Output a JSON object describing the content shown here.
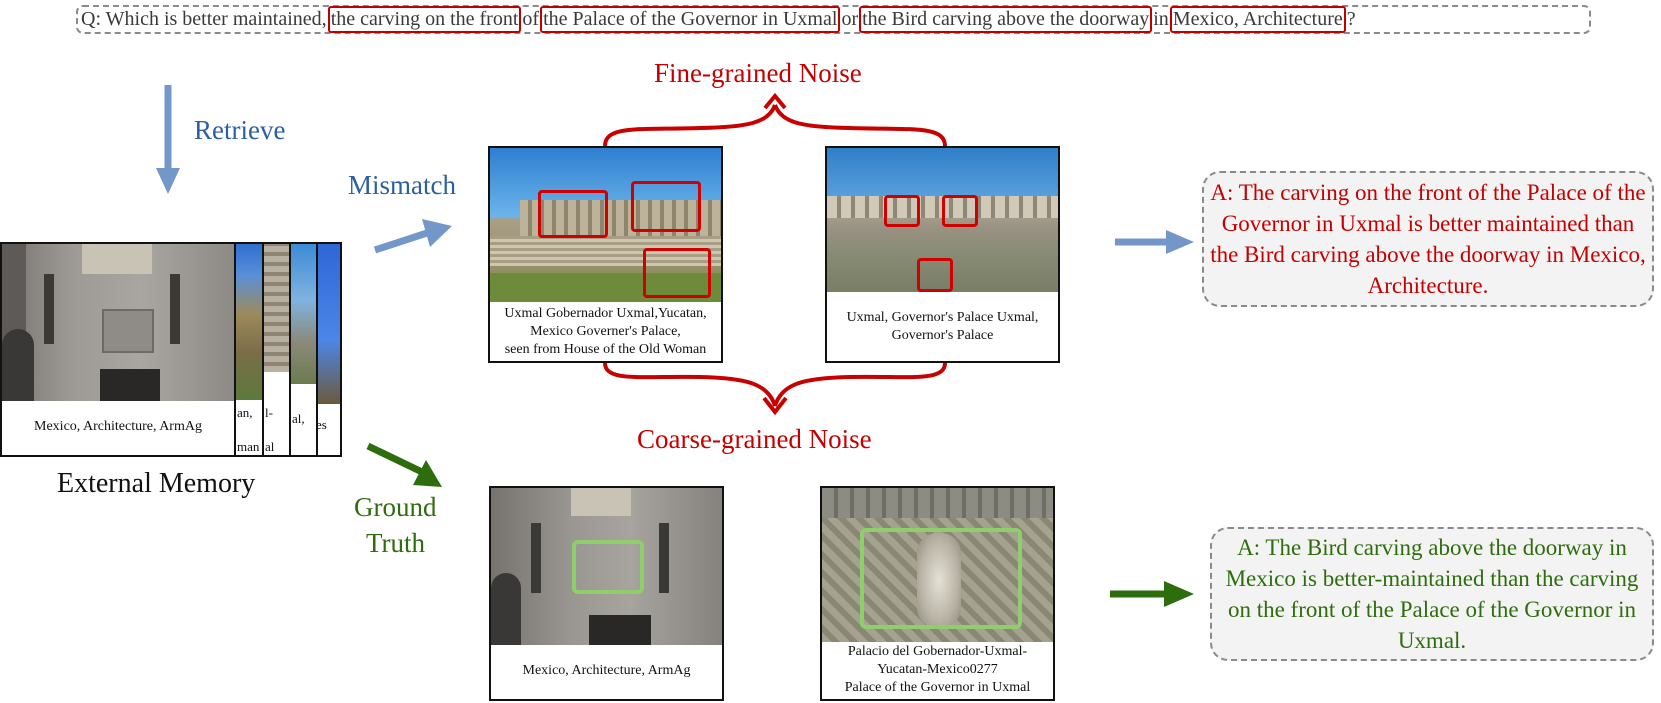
{
  "question": {
    "prefix": "Q: Which is better maintained,",
    "hl1": "the carving on the front",
    "mid1": "of",
    "hl2": "the Palace of the Governor in Uxmal",
    "mid2": "or",
    "hl3": "the Bird carving above the doorway",
    "mid3": "in",
    "hl4": "Mexico, Architecture",
    "suffix": "?"
  },
  "labels": {
    "retrieve": "Retrieve",
    "mismatch": "Mismatch",
    "ground_truth_line1": "Ground",
    "ground_truth_line2": "Truth",
    "fine_noise": "Fine-grained Noise",
    "coarse_noise": "Coarse-grained Noise",
    "external_memory": "External Memory"
  },
  "memory": {
    "main_caption": "Mexico, Architecture, ArmAg",
    "stack_captions": [
      "an,",
      "man",
      "l-",
      "al",
      "al,",
      "es"
    ]
  },
  "cards": {
    "fine1_caption": [
      "Uxmal Gobernador Uxmal,Yucatan,",
      "Mexico Governer's Palace,",
      "seen from House of the Old Woman"
    ],
    "fine2_caption": [
      "Uxmal, Governor's Palace Uxmal,",
      "Governor's Palace"
    ],
    "gt1_caption": [
      "Mexico, Architecture, ArmAg"
    ],
    "gt2_caption": [
      "Palacio del Gobernador-Uxmal-",
      "Yucatan-Mexico0277",
      "Palace of the Governor in Uxmal"
    ]
  },
  "answers": {
    "noisy": "A: The carving on the front of the Palace of the Governor in Uxmal is better maintained than the Bird carving above the doorway in Mexico, Architecture.",
    "correct": "A: The Bird carving above the doorway in Mexico is better-maintained than the carving on the front of the Palace of the Governor in Uxmal."
  },
  "colors": {
    "blue_arrow": "#7397c9",
    "blue_text": "#2b5fa1",
    "red": "#c40000",
    "green_arrow": "#2e6d0e",
    "green_box": "#8fce6a"
  },
  "icons": [
    "down-arrow-icon",
    "right-arrow-icon",
    "curly-brace-icon"
  ]
}
